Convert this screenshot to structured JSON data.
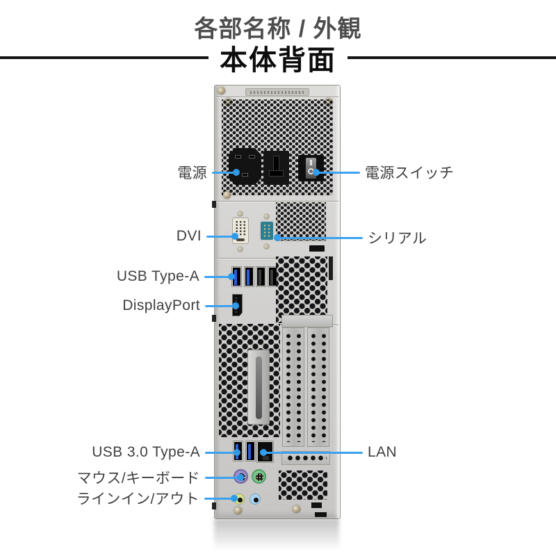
{
  "page": {
    "title": "各部名称 / 外観",
    "subtitle": "本体背面"
  },
  "colors": {
    "accent_blue": "#3aa2f0",
    "usb3_blue": "#2c5fd6",
    "serial_teal": "#2d7e92",
    "dvi_cream": "#ebe7db",
    "ps2_mouse_purple": "#9b8fd2",
    "ps2_keyboard_green": "#79c78d",
    "audio_line_lime": "#d9df90",
    "audio_line_blue": "#abd5ef",
    "label_text": "#3f3f3f",
    "case_gray": "#d3d2d0"
  },
  "callouts": {
    "power": {
      "label": "電源",
      "side": "left"
    },
    "power_switch": {
      "label": "電源スイッチ",
      "side": "right"
    },
    "dvi": {
      "label": "DVI",
      "side": "left"
    },
    "serial": {
      "label": "シリアル",
      "side": "right"
    },
    "usb_type_a": {
      "label": "USB Type-A",
      "side": "left"
    },
    "displayport": {
      "label": "DisplayPort",
      "side": "left"
    },
    "usb30_type_a": {
      "label": "USB 3.0 Type-A",
      "side": "left"
    },
    "lan": {
      "label": "LAN",
      "side": "right"
    },
    "mouse_keyboard": {
      "label": "マウス/キーボード",
      "side": "left"
    },
    "line_in_out": {
      "label": "ラインイン/アウト",
      "side": "left"
    }
  }
}
